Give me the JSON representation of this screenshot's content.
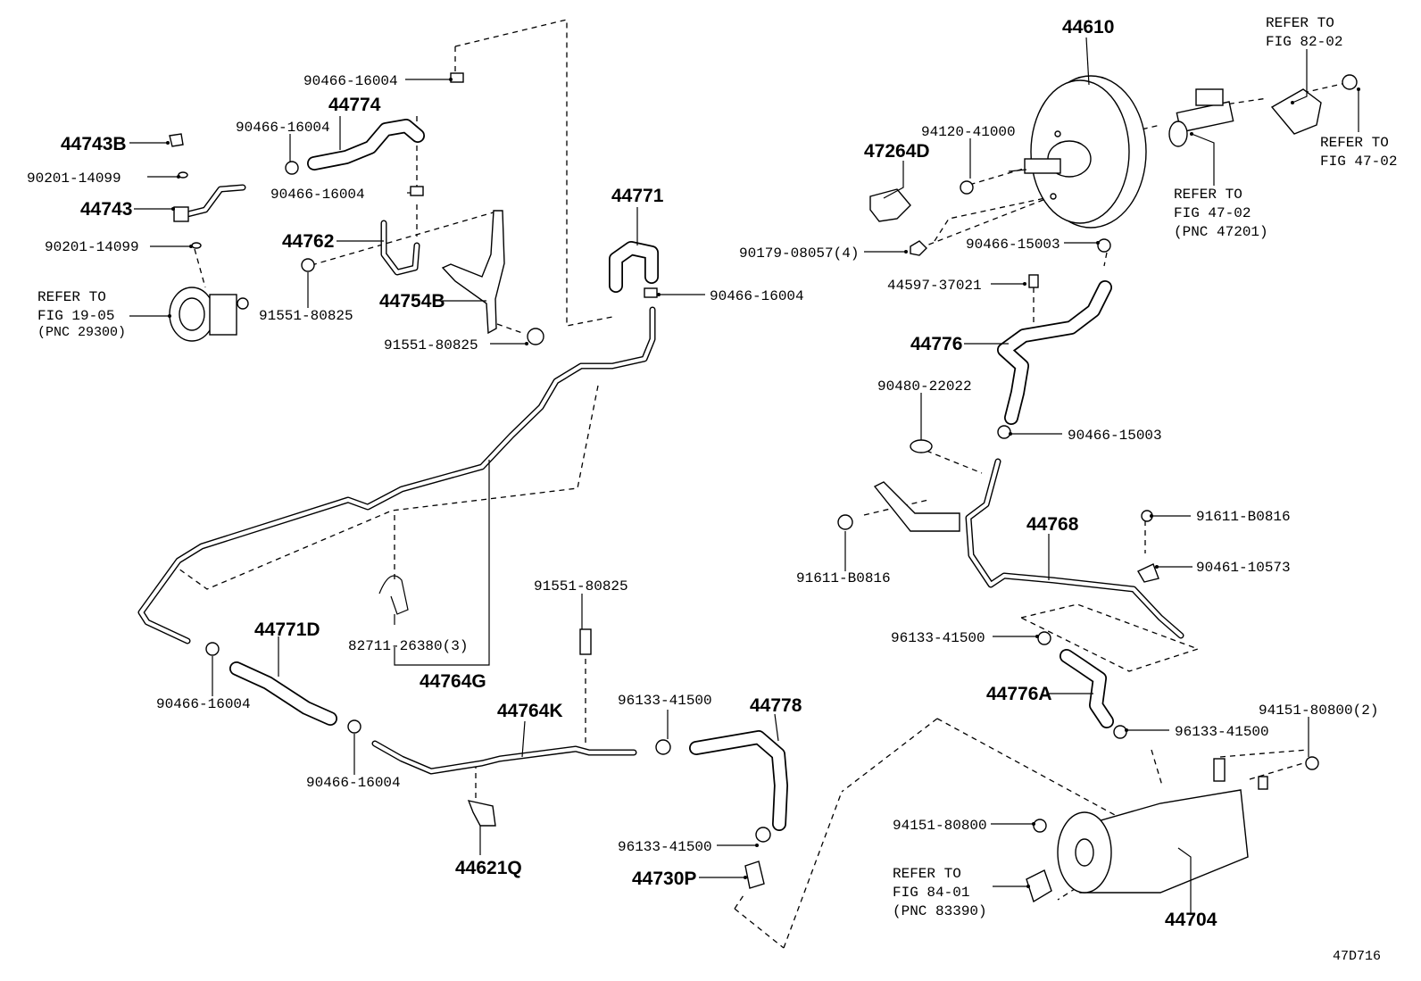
{
  "labels": {
    "p44610": "44610",
    "refer_82_02_a": "REFER TO",
    "refer_82_02_b": "FIG 82-02",
    "refer_47_02_r_a": "REFER TO",
    "refer_47_02_r_b": "FIG 47-02",
    "refer_47_02_l_a": "REFER TO",
    "refer_47_02_l_b": "FIG 47-02",
    "refer_47_02_l_c": "(PNC 47201)",
    "p94120_41000": "94120-41000",
    "p47264D": "47264D",
    "p90179_08057": "90179-08057(4)",
    "p90466_15003_a": "90466-15003",
    "p44597_37021": "44597-37021",
    "p44776": "44776",
    "p90480_22022": "90480-22022",
    "p90466_15003_b": "90466-15003",
    "p44768": "44768",
    "p91611_B0816_r": "91611-B0816",
    "p90461_10573": "90461-10573",
    "p91611_B0816_l": "91611-B0816",
    "p96133_41500_a": "96133-41500",
    "p44776A": "44776A",
    "p96133_41500_b": "96133-41500",
    "p94151_80800_2": "94151-80800(2)",
    "p94151_80800": "94151-80800",
    "refer_84_01_a": "REFER TO",
    "refer_84_01_b": "FIG 84-01",
    "refer_84_01_c": "(PNC 83390)",
    "p44704": "44704",
    "code": "47D716",
    "p90466_16004_top": "90466-16004",
    "p44774": "44774",
    "p90466_16004_b": "90466-16004",
    "p44743B": "44743B",
    "p90201_14099_a": "90201-14099",
    "p44743": "44743",
    "p90466_16004_c": "90466-16004",
    "p90201_14099_b": "90201-14099",
    "p44762": "44762",
    "refer_19_05_a": "REFER TO",
    "refer_19_05_b": "FIG 19-05",
    "refer_19_05_c": "(PNC 29300)",
    "p91551_80825_a": "91551-80825",
    "p44754B": "44754B",
    "p91551_80825_b": "91551-80825",
    "p44771": "44771",
    "p90466_16004_d": "90466-16004",
    "p44771D": "44771D",
    "p82711_26380": "82711-26380(3)",
    "p44764G": "44764G",
    "p90466_16004_e": "90466-16004",
    "p90466_16004_f": "90466-16004",
    "p91551_80825_c": "91551-80825",
    "p44764K": "44764K",
    "p96133_41500_c": "96133-41500",
    "p44778": "44778",
    "p44621Q": "44621Q",
    "p96133_41500_d": "96133-41500",
    "p44730P": "44730P"
  }
}
